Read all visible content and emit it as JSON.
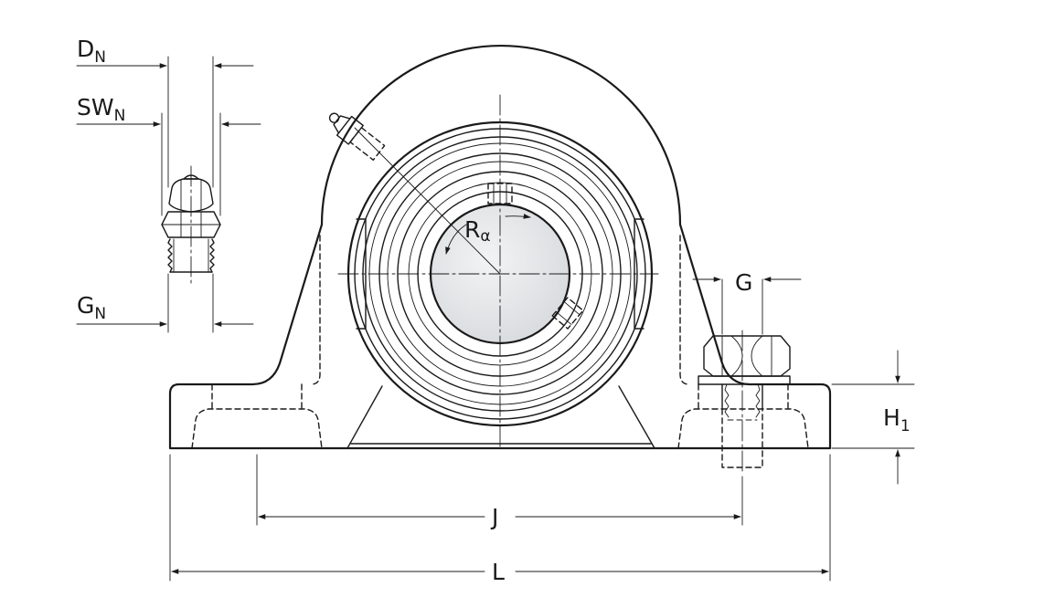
{
  "labels": {
    "dn": {
      "main": "D",
      "sub": "N"
    },
    "swn": {
      "main": "SW",
      "sub": "N"
    },
    "gn": {
      "main": "G",
      "sub": "N"
    },
    "ra": {
      "main": "R",
      "sub": "α"
    },
    "g": "G",
    "h1": {
      "main": "H",
      "sub": "1"
    },
    "j": "J",
    "l": "L"
  },
  "colors": {
    "line": "#1a1a1a",
    "shaft_fill": "#e4e6e8",
    "background": "#ffffff"
  }
}
